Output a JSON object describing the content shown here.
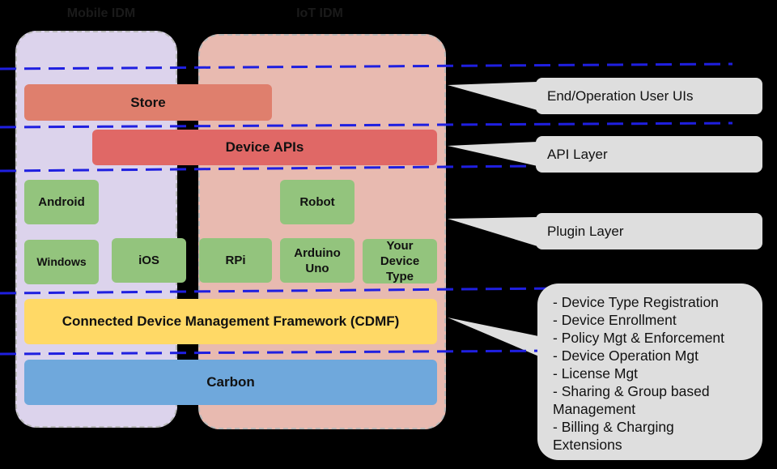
{
  "groups": {
    "mobile_label": "Mobile IDM",
    "iot_label": "IoT IDM"
  },
  "blocks": {
    "store": "Store",
    "device_apis": "Device APIs",
    "cdmf": "Connected Device Management Framework (CDMF)",
    "carbon": "Carbon"
  },
  "plugins": {
    "android": "Android",
    "robot": "Robot",
    "windows": "Windows",
    "ios": "iOS",
    "rpi": "RPi",
    "arduino_line1": "Arduino",
    "arduino_line2": "Uno",
    "your_device_line1": "Your",
    "your_device_line2": "Device",
    "your_device_line3": "Type"
  },
  "callouts": {
    "user_uis": "End/Operation User UIs",
    "api_layer": "API Layer",
    "plugin_layer": "Plugin Layer",
    "cdmf_features": [
      "- Device Type Registration",
      "- Device Enrollment",
      "- Policy Mgt & Enforcement",
      "- Device Operation Mgt",
      "- License Mgt",
      "- Sharing & Group based",
      "Management",
      "- Billing & Charging",
      "Extensions"
    ]
  },
  "colors": {
    "background": "#000000",
    "mobile_region": "#dcd3ec",
    "iot_region": "#e8bab0",
    "store": "#df7f6d",
    "device_apis": "#e06866",
    "plugin": "#93c47d",
    "cdmf": "#ffd966",
    "carbon": "#6fa8dc",
    "callout": "#dedede",
    "layer_divider": "#1f1fe0"
  }
}
